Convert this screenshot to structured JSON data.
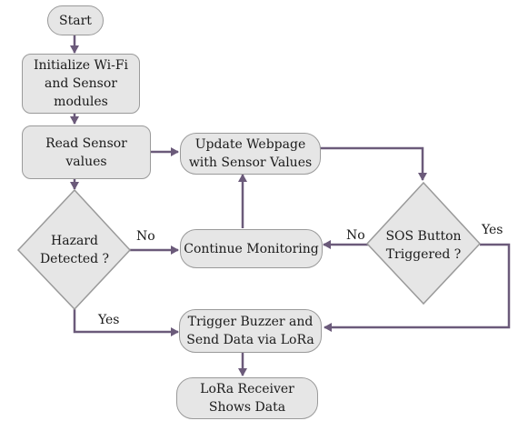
{
  "colors": {
    "box_fill": "#e6e6e6",
    "box_border": "#9a9a9a",
    "arrow": "#6b5a7a"
  },
  "nodes": {
    "start": "Start",
    "init": "Initialize Wi-Fi\nand Sensor\nmodules",
    "read": "Read Sensor\nvalues",
    "update": "Update Webpage\nwith Sensor Values",
    "hazard": "Hazard\nDetected ?",
    "monitor": "Continue Monitoring",
    "sos": "SOS Button\nTriggered ?",
    "trigger": "Trigger Buzzer and\nSend Data via LoRa",
    "lora": "LoRa Receiver\nShows Data"
  },
  "edges": {
    "hazard_no": "No",
    "hazard_yes": "Yes",
    "sos_no": "No",
    "sos_yes": "Yes"
  }
}
